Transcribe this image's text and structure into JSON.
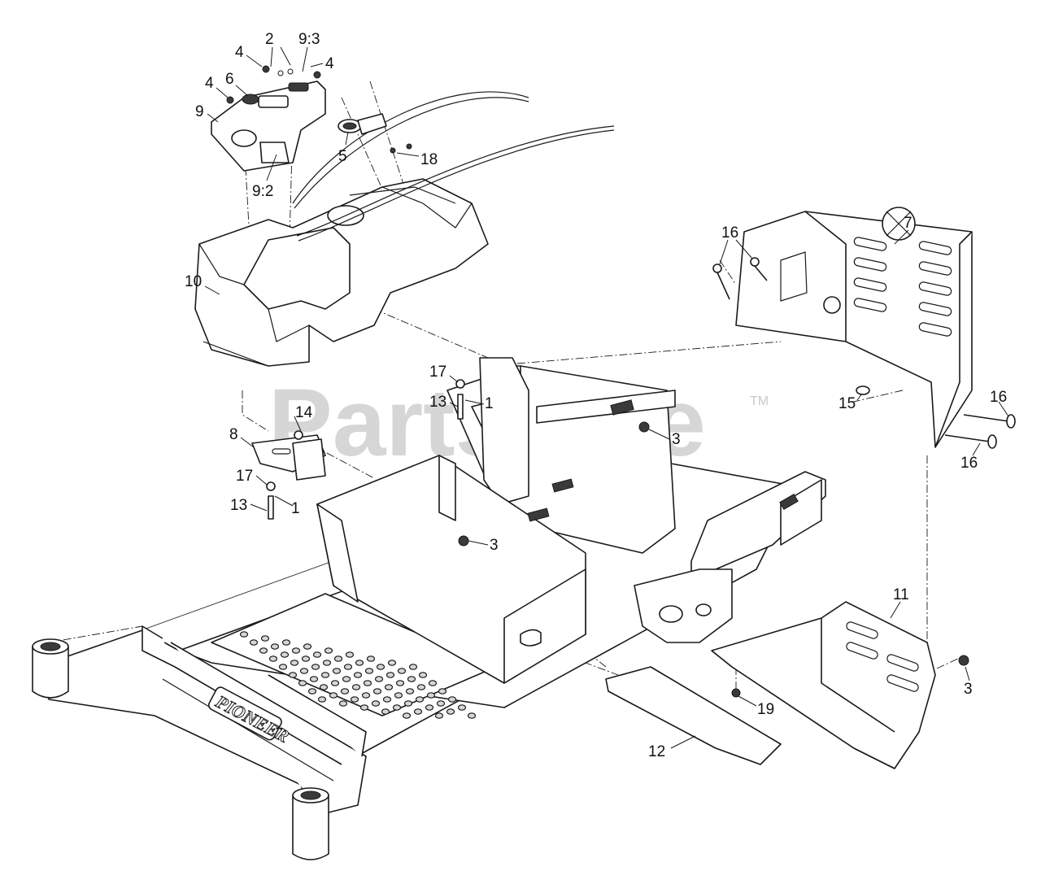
{
  "watermark": {
    "text": "PartsTree",
    "trademark": "TM"
  },
  "frame_brand": "PIONEER",
  "callouts": [
    {
      "id": "c-2",
      "label": "2"
    },
    {
      "id": "c-9-3",
      "label": "9:3"
    },
    {
      "id": "c-4a",
      "label": "4"
    },
    {
      "id": "c-4b",
      "label": "4"
    },
    {
      "id": "c-4c",
      "label": "4"
    },
    {
      "id": "c-6",
      "label": "6"
    },
    {
      "id": "c-9",
      "label": "9"
    },
    {
      "id": "c-5",
      "label": "5"
    },
    {
      "id": "c-18",
      "label": "18"
    },
    {
      "id": "c-9-2",
      "label": "9:2"
    },
    {
      "id": "c-10",
      "label": "10"
    },
    {
      "id": "c-16a",
      "label": "16"
    },
    {
      "id": "c-7",
      "label": "7"
    },
    {
      "id": "c-17a",
      "label": "17"
    },
    {
      "id": "c-13a",
      "label": "13"
    },
    {
      "id": "c-1a",
      "label": "1"
    },
    {
      "id": "c-14",
      "label": "14"
    },
    {
      "id": "c-8",
      "label": "8"
    },
    {
      "id": "c-3a",
      "label": "3"
    },
    {
      "id": "c-15",
      "label": "15"
    },
    {
      "id": "c-16b",
      "label": "16"
    },
    {
      "id": "c-16c",
      "label": "16"
    },
    {
      "id": "c-17b",
      "label": "17"
    },
    {
      "id": "c-13b",
      "label": "13"
    },
    {
      "id": "c-1b",
      "label": "1"
    },
    {
      "id": "c-3b",
      "label": "3"
    },
    {
      "id": "c-11",
      "label": "11"
    },
    {
      "id": "c-3c",
      "label": "3"
    },
    {
      "id": "c-19",
      "label": "19"
    },
    {
      "id": "c-12",
      "label": "12"
    }
  ]
}
